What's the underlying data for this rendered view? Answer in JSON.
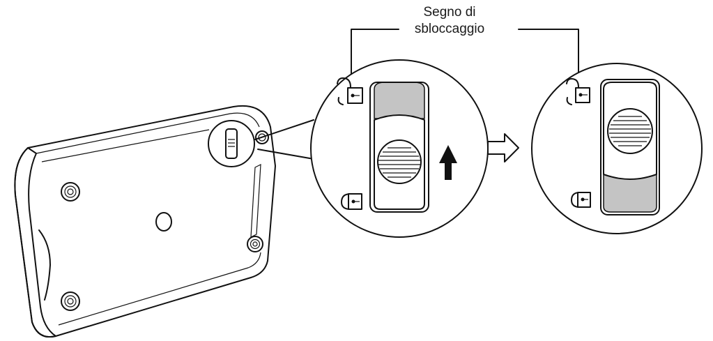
{
  "diagram": {
    "callout": {
      "line1": "Segno di",
      "line2": "sbloccaggio"
    },
    "colors": {
      "line": "#111111",
      "indicator_gray": "#c4c4c4",
      "background": "#ffffff"
    },
    "icons": [
      "unlock-icon",
      "lock-icon",
      "up-arrow-icon",
      "right-arrow-icon",
      "scanner-device"
    ]
  }
}
